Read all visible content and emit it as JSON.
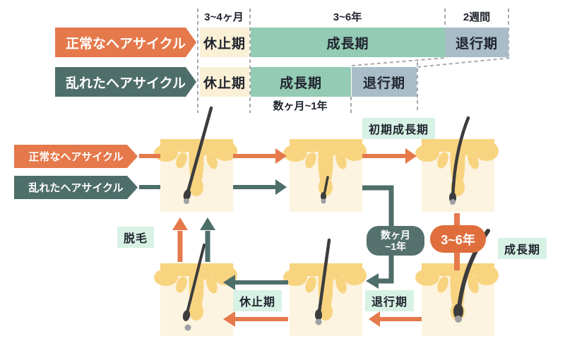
{
  "colors": {
    "orange": "#E5794B",
    "teal": "#4E6E6A",
    "growth_green": "#93CBB4",
    "regression_gray": "#A9BDC9",
    "rest_cream": "#FAF0D6",
    "label_mint": "#D7F2E4",
    "skin_yellow": "#F8D480",
    "badge_orange": "#DF6E3C",
    "badge_teal": "#54716D"
  },
  "timeline": {
    "duration_labels": {
      "rest": "3~4ヶ月",
      "growth": "3~6年",
      "regression": "2週間"
    },
    "rows": [
      {
        "label": "正常なヘアサイクル",
        "phases": {
          "rest": "休止期",
          "growth": "成長期",
          "regression": "退行期"
        }
      },
      {
        "label": "乱れたヘアサイクル",
        "phases": {
          "rest": "休止期",
          "growth": "成長期",
          "regression": "退行期"
        }
      }
    ],
    "disturbed_growth_note": "数ヶ月~1年"
  },
  "cycle": {
    "row_labels": [
      "正常なヘアサイクル",
      "乱れたヘアサイクル"
    ],
    "labels": {
      "early_growth": "初期成長期",
      "growth": "成長期",
      "regression": "退行期",
      "rest": "休止期",
      "shedding": "脱毛"
    },
    "badges": {
      "disturbed": {
        "line1": "数ヶ月",
        "line2": "~1年"
      },
      "normal": "3~6年"
    }
  }
}
